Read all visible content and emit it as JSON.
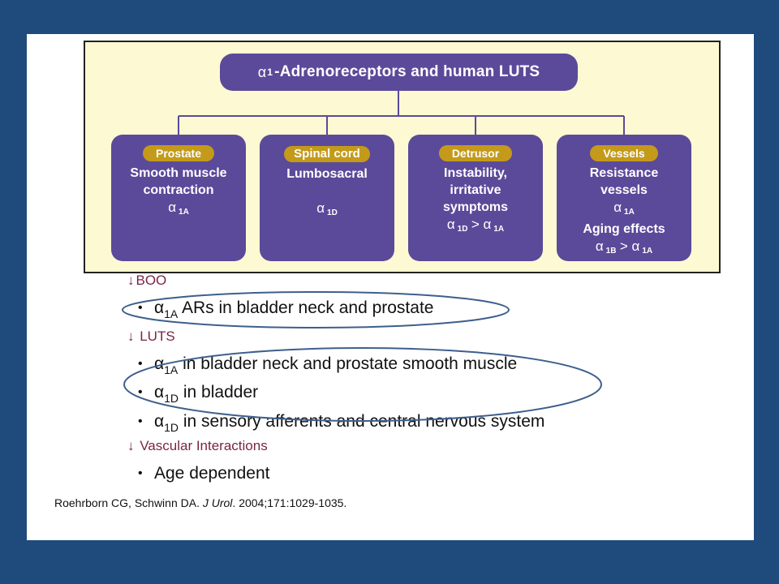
{
  "diagram": {
    "title": "-Adrenoreceptors and human LUTS",
    "title_symbol": "α",
    "title_subscript": "1",
    "boxes": [
      {
        "tag": "Prostate",
        "lines": [
          "Smooth muscle",
          "contraction"
        ],
        "receptors": [
          {
            "text": "α",
            "sub": "1A"
          }
        ]
      },
      {
        "tag": "Spinal cord",
        "lines": [
          "Lumbosacral"
        ],
        "receptors": [
          {
            "text": "α",
            "sub": "1D"
          }
        ]
      },
      {
        "tag": "Detrusor",
        "lines": [
          "Instability,",
          "irritative",
          "symptoms"
        ],
        "receptors": [
          {
            "text": "α",
            "sub": "1D",
            "text2": "> α",
            "sub2": "1A"
          }
        ]
      },
      {
        "tag": "Vessels",
        "lines": [
          "Resistance",
          "vessels"
        ],
        "receptors": [
          {
            "text": "α",
            "sub": "1A"
          }
        ],
        "lines2": [
          "Aging effects"
        ],
        "receptors2": [
          {
            "text": "α",
            "sub": "1B",
            "text2": "> α",
            "sub2": "1A"
          }
        ]
      }
    ]
  },
  "notes": {
    "boo_header": "BOO",
    "boo_item_greek": "α",
    "boo_item_sub": "1A",
    "boo_item_text": " ARs in bladder neck and prostate",
    "luts_header": " LUTS",
    "luts_items": [
      {
        "greek": "α",
        "sub": "1A",
        "text": " in bladder neck and prostate smooth muscle"
      },
      {
        "greek": "α",
        "sub": "1D",
        "text": " in bladder"
      },
      {
        "greek": "α",
        "sub": "1D",
        "text": " in sensory afferents and central nervous system"
      }
    ],
    "vascular_header": " Vascular Interactions",
    "vascular_item": "Age dependent",
    "arrow_symbol": "↓",
    "bullet_symbol": "•"
  },
  "reference": {
    "authors": "Roehrborn CG, Schwinn DA. ",
    "journal": "J Urol",
    "details": ". 2004;171:1029-1035."
  },
  "colors": {
    "background": "#1f4a7c",
    "box_purple": "#5b4a9a",
    "tag_gold": "#c49a1a",
    "diagram_bg": "#fdf9d2",
    "header_maroon": "#7a2545",
    "ellipse_blue": "#3d5f8c"
  }
}
